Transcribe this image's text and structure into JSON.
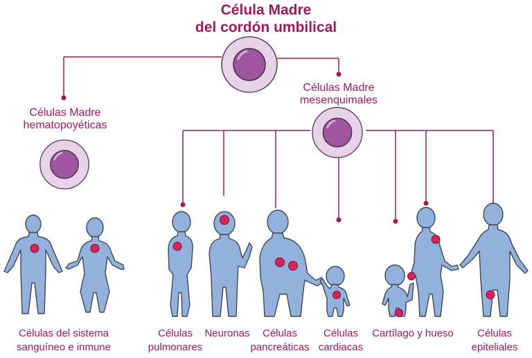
{
  "title": {
    "line1": "Célula Madre",
    "line2": "del cordón umbilical"
  },
  "branches": {
    "hematopoietic": {
      "line1": "Células Madre",
      "line2": "hematopoyéticas"
    },
    "mesenchymal": {
      "line1": "Células Madre",
      "line2": "mesenquimales"
    }
  },
  "labels": {
    "blood_immune": {
      "line1": "Células del sistema",
      "line2": "sanguíneo e inmune"
    },
    "pulmonary": {
      "line1": "Células",
      "line2": "pulmonares"
    },
    "neurons": {
      "line1": "Neuronas"
    },
    "pancreatic": {
      "line1": "Células",
      "line2": "pancreáticas"
    },
    "cardiac": {
      "line1": "Células",
      "line2": "cardiacas"
    },
    "cartilage_bone": {
      "line1": "Cartílago y hueso"
    },
    "epithelial": {
      "line1": "Células",
      "line2": "epiteliales"
    }
  },
  "colors": {
    "accent": "#a3195b",
    "figure": "#92b2dc",
    "figure_outline": "#3c4656",
    "marker": "#d6245d",
    "cell_outer": "#e7d2e7",
    "cell_nucleus": "#a0569e"
  }
}
